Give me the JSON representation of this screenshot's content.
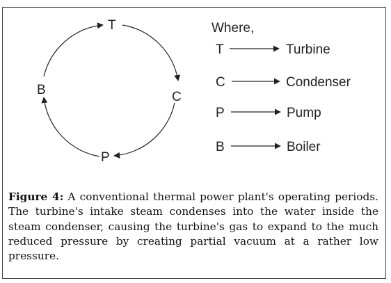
{
  "diagram": {
    "nodes": {
      "top": "T",
      "right": "C",
      "bottom": "P",
      "left": "B"
    },
    "legend": {
      "heading": "Where,",
      "items": [
        {
          "symbol": "T",
          "meaning": "Turbine"
        },
        {
          "symbol": "C",
          "meaning": "Condenser"
        },
        {
          "symbol": "P",
          "meaning": "Pump"
        },
        {
          "symbol": "B",
          "meaning": "Boiler"
        }
      ]
    },
    "colors": {
      "stroke": "#222222",
      "text": "#222222"
    }
  },
  "caption": {
    "label": "Figure 4:",
    "text": "A conventional thermal power plant's operating periods. The turbine's intake steam condenses into the water inside the steam condenser, causing the turbine's gas to expand to the much reduced pressure by creating partial vacuum at a rather low pressure."
  }
}
